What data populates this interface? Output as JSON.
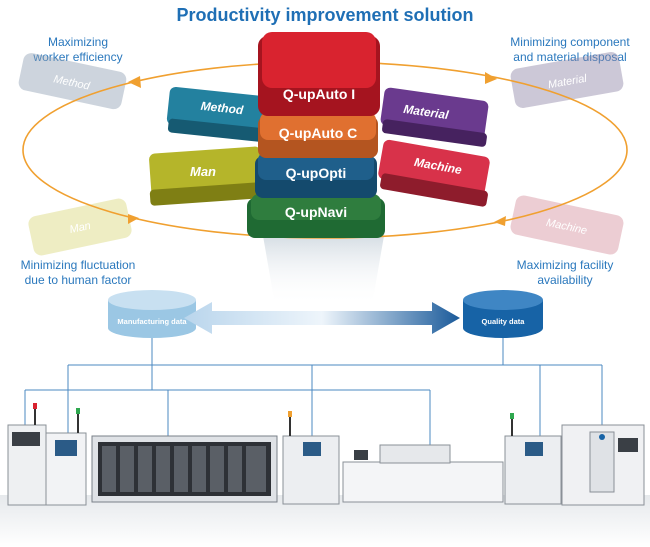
{
  "title": "Productivity improvement solution",
  "captions": {
    "top_left": [
      "Maximizing",
      "worker efficiency"
    ],
    "top_right": [
      "Minimizing component",
      "and material disposal"
    ],
    "bottom_left": [
      "Minimizing fluctuation",
      "due to human factor"
    ],
    "bottom_right": [
      "Maximizing facility",
      "availability"
    ]
  },
  "stack_labels": [
    "Q-upAuto I",
    "Q-upAuto C",
    "Q-upOpti",
    "Q-upNavi"
  ],
  "gears": {
    "method": "Method",
    "material": "Material",
    "man": "Man",
    "machine": "Machine"
  },
  "ghosts": {
    "method": "Method",
    "material": "Material",
    "man": "Man",
    "machine": "Machine"
  },
  "databases": {
    "left": "Manufacturing data",
    "right": "Quality data"
  },
  "colors": {
    "title": "#1f6fb5",
    "caption": "#2a78bd",
    "gear_red": "#d9232f",
    "gear_orange": "#e07030",
    "gear_blue": "#1f5f8b",
    "gear_green": "#2f7d3e",
    "gear_teal": "#2a86a8",
    "gear_purple": "#6a3a8e",
    "gear_yellow": "#b5b52a",
    "gear_crimson": "#d8324a",
    "ellipse": "#f0a030",
    "db_left": "#9bc7e4",
    "db_right": "#1763a6",
    "network": "#4b88c2"
  }
}
